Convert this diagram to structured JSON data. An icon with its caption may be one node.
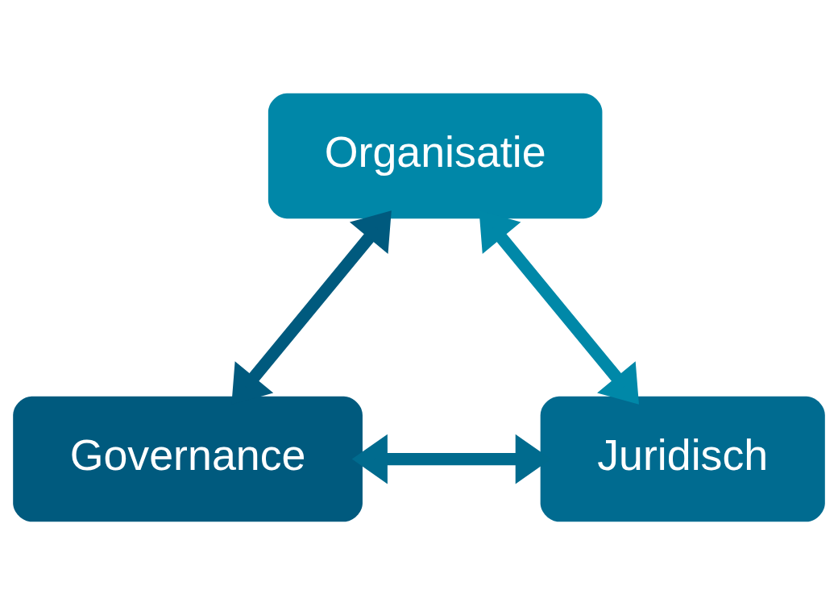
{
  "diagram": {
    "nodes": [
      {
        "text": [
          "Organisatie"
        ]
      },
      {
        "text": [
          "Governance"
        ]
      },
      {
        "text": [
          "Juridisch"
        ]
      }
    ],
    "edges": [
      {
        "from": 1,
        "to": 0,
        "arrow": "both",
        "color": "#005a7e"
      },
      {
        "from": 0,
        "to": 2,
        "arrow": "both",
        "color": "#0088a8"
      },
      {
        "from": 1,
        "to": 2,
        "arrow": "both",
        "color": "#006b8e"
      }
    ]
  }
}
